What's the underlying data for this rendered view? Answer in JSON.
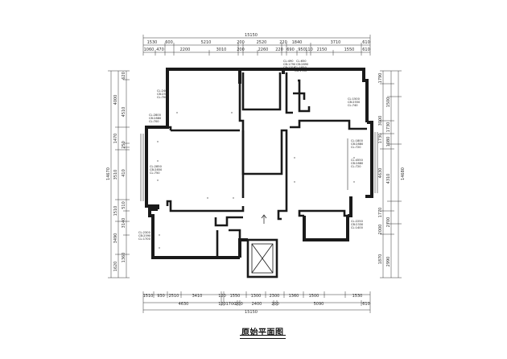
{
  "title": "原始平面图",
  "dims": {
    "top_total": "15150",
    "top_row1": [
      "1530",
      "600",
      "5210",
      "200",
      "2520",
      "220",
      "1840",
      "3710",
      "610"
    ],
    "top_row2": [
      "1060",
      "470",
      "2200",
      "3010",
      "200",
      "2260",
      "220",
      "690",
      "950",
      "110",
      "2150",
      "1550",
      "610"
    ],
    "bottom_total": "15150",
    "bottom_row1": [
      "1510",
      "930",
      "2510",
      "3410",
      "120",
      "1550",
      "1300",
      "2300",
      "1360",
      "1500",
      "1530"
    ],
    "bottom_row2": [
      "4630",
      "120",
      "1700",
      "200",
      "2400",
      "200",
      "5090",
      "610"
    ],
    "left_total": "14670",
    "left_col1": [
      "4000",
      "1470",
      "3510",
      "1510",
      "3490",
      "1620"
    ],
    "left_col2": [
      "620",
      "4510",
      "250",
      "410",
      "510",
      "3140",
      "1360"
    ],
    "right_total": "14680",
    "right_col1": [
      "1500",
      "1730",
      "1080",
      "4310",
      "2700",
      "2990"
    ],
    "right_col2": [
      "1790",
      "3000",
      "1730",
      "4630",
      "1770",
      "2000",
      "1870"
    ]
  },
  "labels": {
    "l1": [
      "CL:2400",
      "CB:2550",
      "CL:700"
    ],
    "l2": [
      "CL:2800",
      "CB:2880",
      "CL:700"
    ],
    "l3": [
      "CL:2850",
      "CB:2850",
      "CL:750"
    ],
    "l4": [
      "CL:2300",
      "CB:2590",
      "CL:1700"
    ],
    "l5": [
      "CL:490",
      "CB:1790",
      "CB:1310",
      "CL:1850"
    ],
    "l6": [
      "CL:650",
      "CB:2890",
      "CB:1950"
    ],
    "l7": [
      "CL:1500",
      "CB:2550",
      "CL:740"
    ],
    "l8": [
      "CL:1800",
      "CB:2880",
      "CL:720"
    ],
    "l9": [
      "CL:4550",
      "CB:2880",
      "CL:720"
    ],
    "l10": [
      "CL:2250",
      "CB:2330",
      "CL:1400"
    ]
  },
  "colors": {
    "wall": "#1a1a1a",
    "line": "#333333",
    "paper": "#ffffff"
  }
}
